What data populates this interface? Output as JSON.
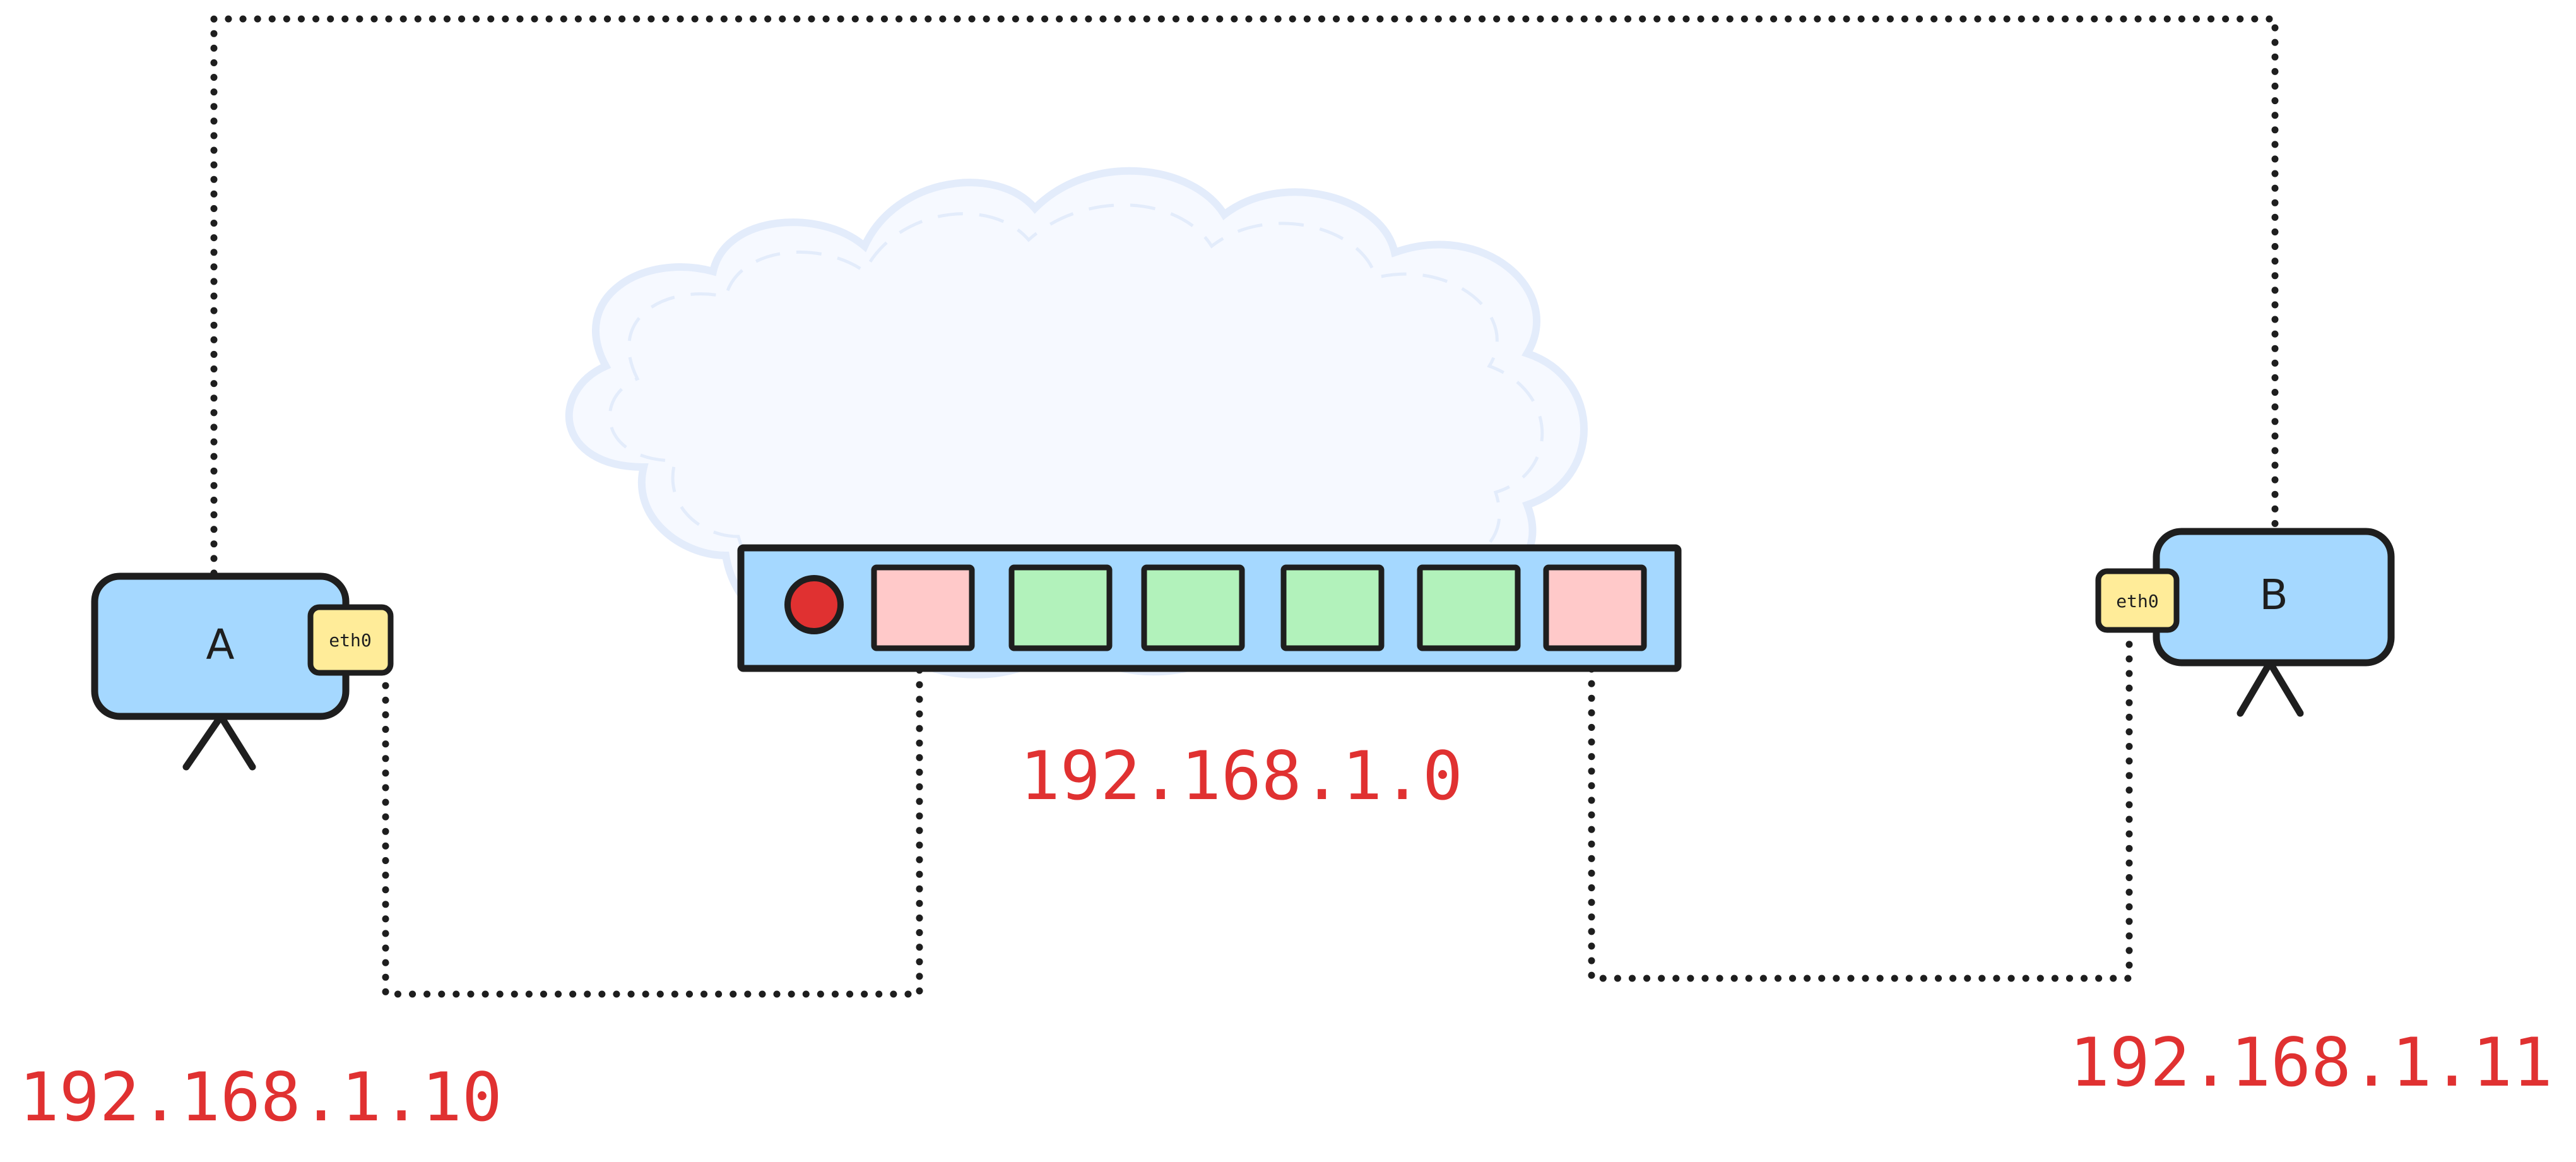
{
  "network": {
    "subnet_label": "192.168.1.0",
    "switch_ports": [
      {
        "state": "connected-pink"
      },
      {
        "state": "free-green"
      },
      {
        "state": "free-green"
      },
      {
        "state": "free-green"
      },
      {
        "state": "free-green"
      },
      {
        "state": "connected-pink"
      }
    ]
  },
  "hosts": {
    "a": {
      "name": "A",
      "interface": "eth0",
      "ip": "192.168.1.10"
    },
    "b": {
      "name": "B",
      "interface": "eth0",
      "ip": "192.168.1.11"
    }
  },
  "colors": {
    "host_fill": "#a5d8ff",
    "port_fill": "#ffec99",
    "switch_fill": "#a5d8ff",
    "led": "#e03131",
    "used_port": "#ffc9c9",
    "free_port": "#b2f2bb",
    "cloud": "#e7efff",
    "ip_text": "#e03131",
    "stroke": "#1e1e1e"
  }
}
